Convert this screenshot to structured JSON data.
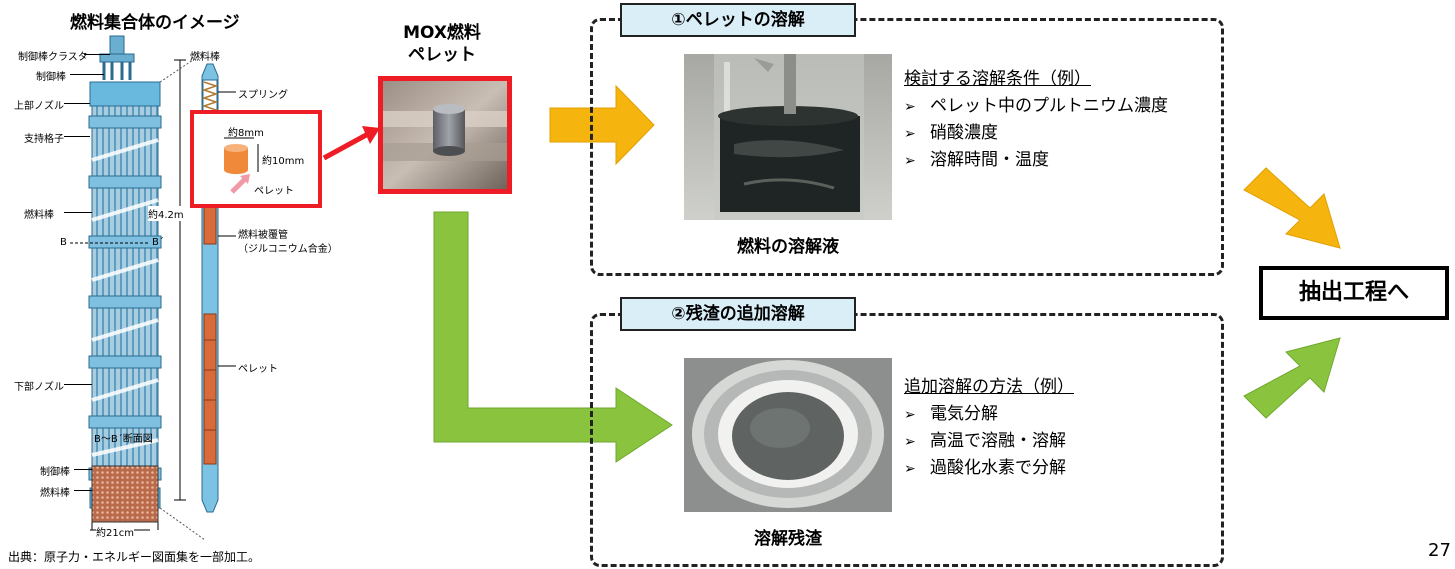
{
  "fuel_assembly": {
    "title": "燃料集合体のイメージ",
    "labels": {
      "cluster": "制御棒クラスタ",
      "control_rod": "制御棒",
      "upper_nozzle": "上部ノズル",
      "grid": "支持格子",
      "fuel_rod": "燃料棒",
      "b": "B",
      "b_prime": "B´",
      "length": "約4.2m",
      "lower_nozzle": "下部ノズル",
      "section": "B～B´断面図",
      "sec_control_rod": "制御棒",
      "sec_fuel_rod": "燃料棒",
      "width": "約21cm"
    }
  },
  "fuel_rod": {
    "title": "燃料棒",
    "spring": "スプリング",
    "dia": "約8mm",
    "height": "約10mm",
    "pellet_in_box": "ペレット",
    "cladding_line1": "燃料被覆管",
    "cladding_line2": "（ジルコニウム合金）",
    "pellet": "ペレット"
  },
  "mox": {
    "title_line1": "MOX燃料",
    "title_line2": "ペレット"
  },
  "step1": {
    "tab": "①ペレットの溶解",
    "cond_title": "検討する溶解条件（例）",
    "items": [
      "ペレット中のプルトニウム濃度",
      "硝酸濃度",
      "溶解時間・温度"
    ],
    "caption": "燃料の溶解液"
  },
  "step2": {
    "tab": "②残渣の追加溶解",
    "cond_title": "追加溶解の方法（例）",
    "items": [
      "電気分解",
      "高温で溶融・溶解",
      "過酸化水素で分解"
    ],
    "caption": "溶解残渣"
  },
  "result": "抽出工程へ",
  "source_note": "出典：原子力・エネルギー図面集を一部加工。",
  "page_number": "27",
  "bullet_marker": "➢",
  "colors": {
    "orange_arrow": "#f6b40e",
    "green_arrow": "#8ac43f",
    "red_box": "#ee1c25",
    "tab_fill": "#daeef8"
  }
}
